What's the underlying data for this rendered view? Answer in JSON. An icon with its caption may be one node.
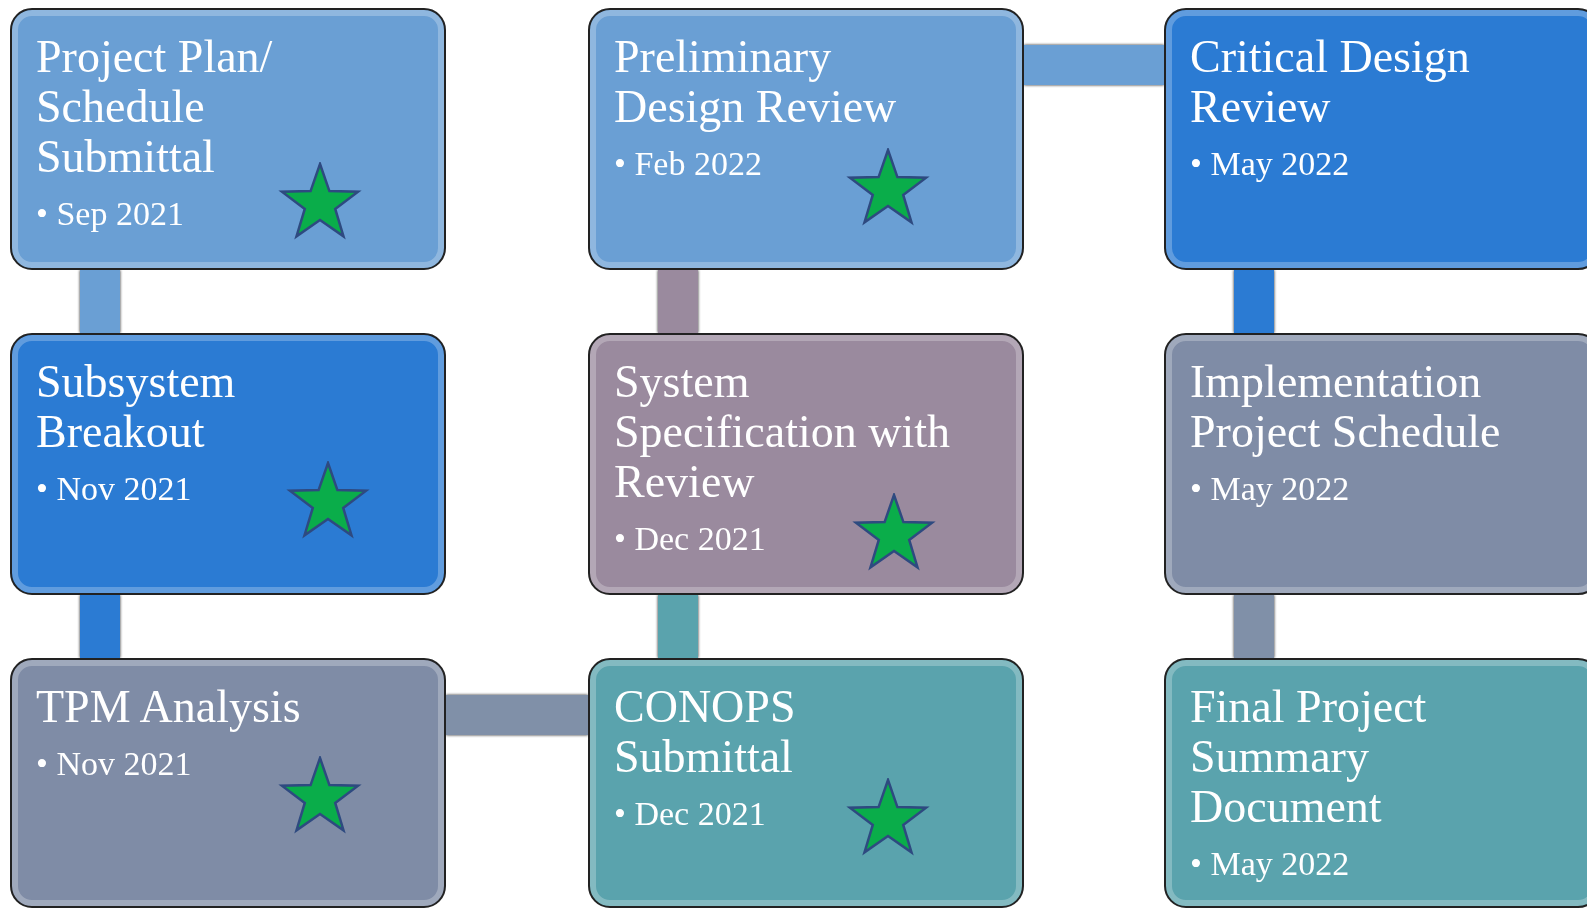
{
  "diagram": {
    "nodes": [
      {
        "text": [
          "Project Plan/ Schedule Submittal",
          "• Sep 2021"
        ]
      },
      {
        "text": [
          "Subsystem Breakout",
          "• Nov 2021"
        ]
      },
      {
        "text": [
          "TPM Analysis",
          "• Nov 2021"
        ]
      },
      {
        "text": [
          "CONOPS Submittal",
          "• Dec 2021"
        ]
      },
      {
        "text": [
          "System Specification with Review",
          "• Dec 2021"
        ]
      },
      {
        "text": [
          "Preliminary Design Review",
          "• Feb 2022"
        ]
      },
      {
        "text": [
          "Critical Design Review",
          "• May 2022"
        ]
      },
      {
        "text": [
          "Implementation Project Schedule",
          "• May 2022"
        ]
      },
      {
        "text": [
          "Final Project Summary Document",
          "• May 2022"
        ]
      }
    ],
    "edges": [
      {
        "from": 0,
        "to": 1,
        "arrow": "none",
        "color": "#6a9fd4"
      },
      {
        "from": 1,
        "to": 2,
        "arrow": "none",
        "color": "#2b7bd3"
      },
      {
        "from": 2,
        "to": 3,
        "arrow": "none",
        "color": "#8090a8"
      },
      {
        "from": 3,
        "to": 4,
        "arrow": "none",
        "color": "#5aa3ad"
      },
      {
        "from": 4,
        "to": 5,
        "arrow": "none",
        "color": "#9a8a9e"
      },
      {
        "from": 5,
        "to": 6,
        "arrow": "none",
        "color": "#6a9fd4"
      },
      {
        "from": 6,
        "to": 7,
        "arrow": "none",
        "color": "#2b7bd3"
      },
      {
        "from": 7,
        "to": 8,
        "arrow": "none",
        "color": "#8090a8"
      }
    ]
  }
}
